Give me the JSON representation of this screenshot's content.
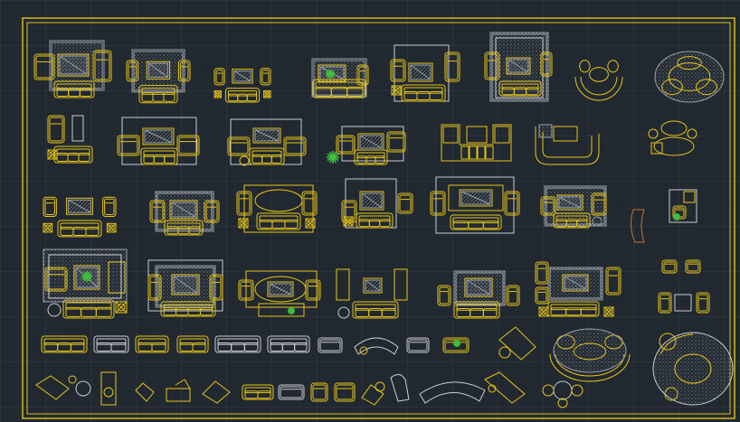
{
  "canvas": {
    "background": "#212830",
    "grid_color": "#2f3844",
    "frame_color": "#e3c21c"
  },
  "colors": {
    "yellow": "#e6c619",
    "gray": "#9aa0a6",
    "light": "#c9cdd1",
    "green": "#3fbf3f",
    "orange": "#c8732a"
  },
  "symbols": {
    "category": "furniture-block-library",
    "row_counts": [
      10,
      8,
      8,
      8,
      15,
      17
    ]
  }
}
